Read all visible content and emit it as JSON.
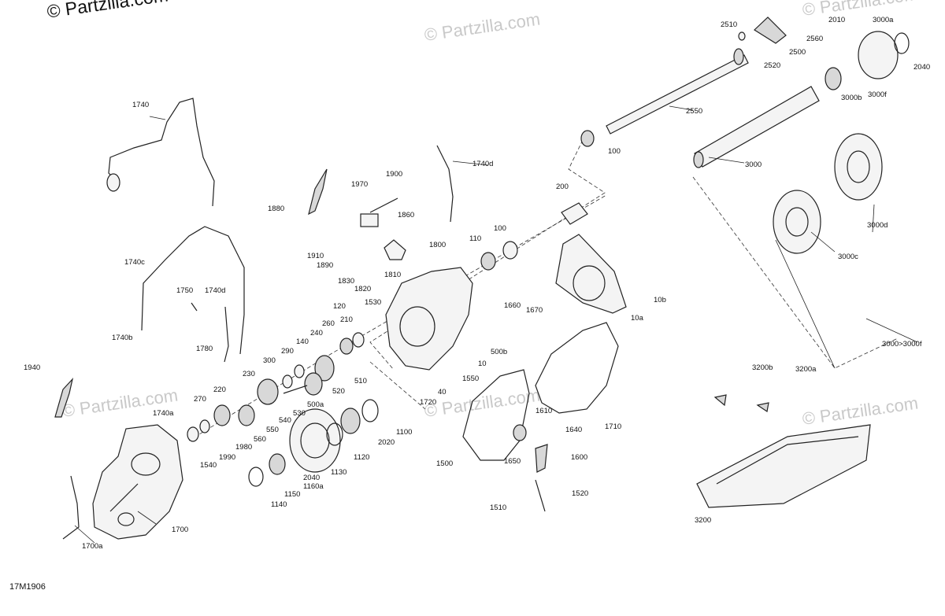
{
  "copyright": "© Partzilla.com",
  "watermark": "© Partzilla.com",
  "diagram_code": "17M1906",
  "callouts": [
    "1740",
    "1740d",
    "1740c",
    "1750",
    "1740d",
    "1740b",
    "1780",
    "1940",
    "1740a",
    "1700",
    "1700a",
    "1880",
    "1970",
    "1900",
    "1860",
    "1800",
    "1910",
    "1890",
    "1830",
    "1820",
    "1810",
    "120",
    "1530",
    "210",
    "260",
    "240",
    "140",
    "290",
    "300",
    "230",
    "270",
    "220",
    "1990",
    "1540",
    "1980",
    "560",
    "550",
    "540",
    "530",
    "520",
    "510",
    "500a",
    "1720",
    "1550",
    "40",
    "10",
    "500b",
    "1660",
    "1670",
    "10a",
    "10b",
    "110",
    "100",
    "200",
    "100",
    "2550",
    "2510",
    "2520",
    "2500",
    "2560",
    "2010",
    "3000a",
    "2040",
    "3000b",
    "3000f",
    "3000",
    "3000d",
    "3000c",
    "3000>3000f",
    "1130",
    "1120",
    "2020",
    "1100",
    "1160a",
    "2040",
    "1150",
    "1140",
    "1500",
    "1610",
    "1640",
    "1600",
    "1650",
    "1710",
    "1510",
    "1520",
    "3200b",
    "3200a",
    "3200"
  ]
}
